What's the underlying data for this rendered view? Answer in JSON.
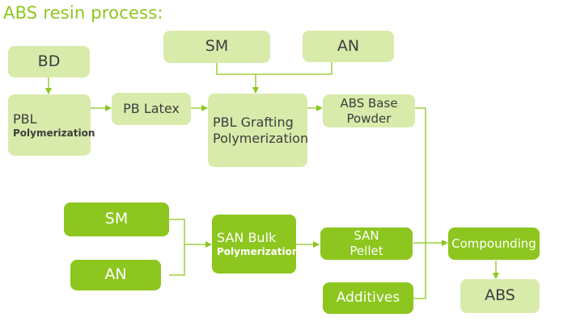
{
  "title": "ABS resin process:",
  "nodes": {
    "bd": "BD",
    "sm_top": "SM",
    "an_top": "AN",
    "pbl_poly": {
      "line1": "PBL",
      "line2": "Polymerization"
    },
    "pb_latex": "PB Latex",
    "pbl_grafting": {
      "line1": "PBL Grafting",
      "line2": "Polymerization"
    },
    "abs_base": {
      "line1": "ABS Base",
      "line2": "Powder"
    },
    "sm_bottom": "SM",
    "an_bottom": "AN",
    "san_bulk": {
      "line1": "SAN Bulk",
      "line2": "Polymerization"
    },
    "san_pellet": {
      "line1": "SAN",
      "line2": "Pellet"
    },
    "additives": "Additives",
    "compounding": "Compounding",
    "abs": "ABS"
  },
  "colors": {
    "light_box": "#d8ebab",
    "dark_box": "#8cc61e",
    "connector": "#8cc61e",
    "title": "#8cc61e"
  }
}
